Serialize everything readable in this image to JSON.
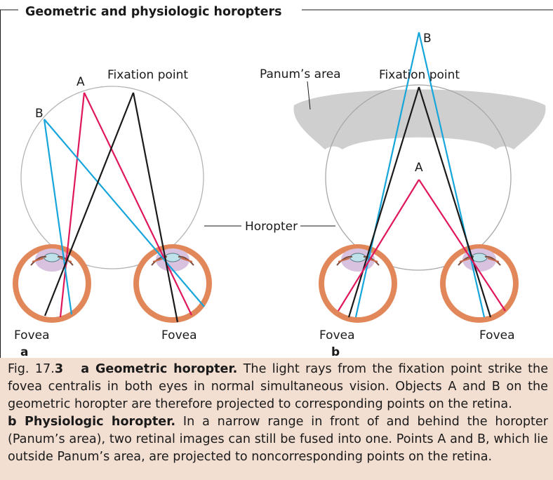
{
  "header": {
    "title": "Geometric and physiologic horopters"
  },
  "panel_a": {
    "label": "a",
    "fixation_label": "Fixation point",
    "point_a_label": "A",
    "point_b_label": "B",
    "fovea_left_label": "Fovea",
    "fovea_right_label": "Fovea"
  },
  "panel_b": {
    "label": "b",
    "panum_label": "Panum’s area",
    "fixation_label": "Fixation point",
    "point_a_label": "A",
    "point_b_label": "B",
    "fovea_left_label": "Fovea",
    "fovea_right_label": "Fovea"
  },
  "shared": {
    "horopter_label": "Horopter"
  },
  "caption": {
    "fig_num": "Fig. 17.",
    "fig_num_bold": "3",
    "a_title": "a Geometric horopter.",
    "a_text": "The light rays from the fixation point strike the fovea centralis in both eyes in normal simultaneous vision. Objects A and B on the geometric horopter are therefore projected to corresponding points on the retina.",
    "b_title": "b Physiologic horopter.",
    "b_text": "In a narrow range in front of and behind the horopter (Panum’s area), two retinal images can still be fused into one. Points A and B, which lie outside Panum’s area, are projected to noncorresponding points on the retina."
  },
  "colors": {
    "ray_red": "#e0175c",
    "ray_blue": "#16a6db",
    "ray_black": "#1a1a1a",
    "eye_wall": "#e2875a",
    "panum_fill": "#cfcfcf",
    "caption_bg": "#f3dfd2"
  }
}
